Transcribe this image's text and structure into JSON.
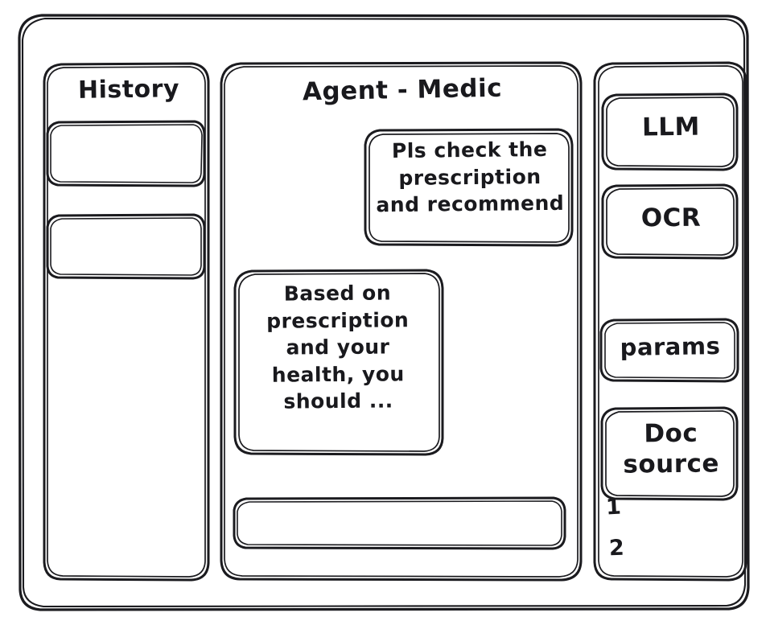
{
  "style": {
    "stroke_color": "#1b1b1f",
    "background_color": "#ffffff",
    "sketch": "hand-drawn wireframe"
  },
  "window": {
    "name": "app-window-frame"
  },
  "sidebar": {
    "title": "History",
    "items": [
      {
        "label": "",
        "name": "history-item-1"
      },
      {
        "label": "",
        "name": "history-item-2"
      }
    ]
  },
  "main": {
    "title": "Agent - Medic",
    "messages": [
      {
        "role": "user",
        "text": "Pls check the\nprescription\nand recommend"
      },
      {
        "role": "assistant",
        "text": "Based on\nprescription\nand your\nhealth, you\nshould ..."
      }
    ],
    "composer": {
      "value": "",
      "placeholder": ""
    }
  },
  "right_rail": {
    "tools": [
      {
        "label": "LLM"
      },
      {
        "label": "OCR"
      }
    ],
    "config": [
      {
        "label": "params"
      },
      {
        "label": "Doc\nsource"
      }
    ],
    "doc_sources": [
      {
        "index": "1",
        "label": ""
      },
      {
        "index": "2",
        "label": ""
      }
    ]
  }
}
